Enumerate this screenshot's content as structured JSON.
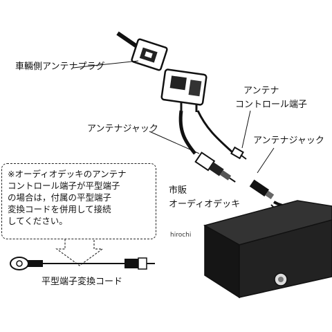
{
  "labels": {
    "vehicle_antenna_plug": "車輛側アンテナプラグ",
    "antenna_control_terminal_line1": "アンテナ",
    "antenna_control_terminal_line2": "コントロール端子",
    "antenna_jack_left": "アンテナジャック",
    "antenna_jack_right": "アンテナジャック",
    "commercial_line1": "市販",
    "commercial_line2": "オーディオデッキ",
    "flat_terminal_cord": "平型端子変換コード"
  },
  "note": {
    "lines": [
      "※オーディオデッキのアンテナ",
      "コントロール端子が平型端子",
      "の場合は，付属の平型端子",
      "変換コードを併用して接続",
      "してください。"
    ]
  },
  "watermark": "hirochi"
}
